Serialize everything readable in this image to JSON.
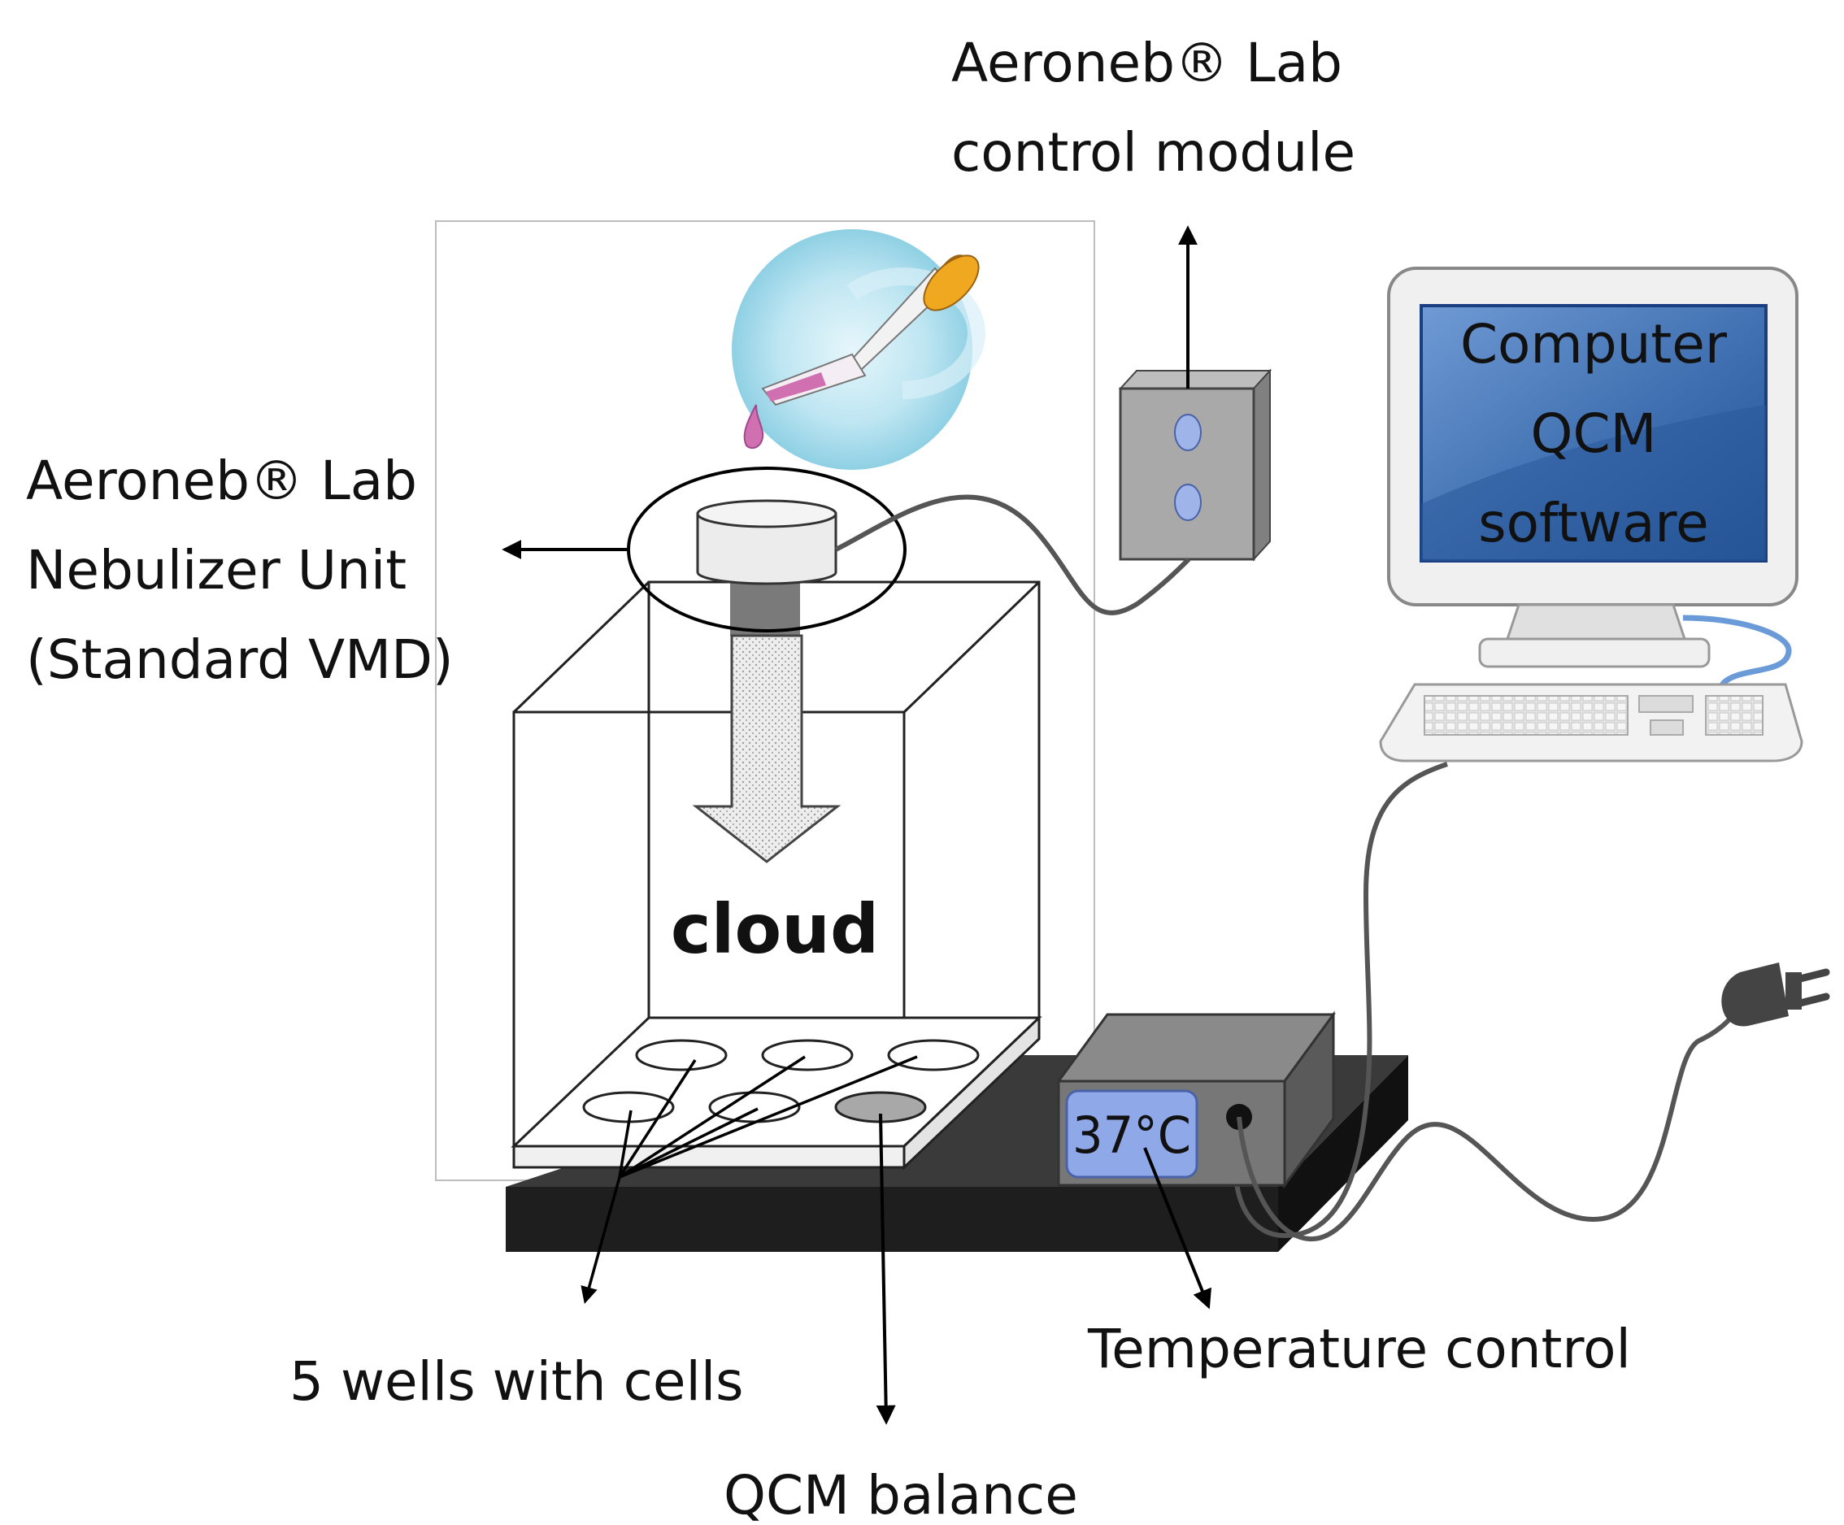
{
  "labels": {
    "control_module_line1": "Aeroneb® Lab",
    "control_module_line2": "control module",
    "nebulizer_line1": "Aeroneb® Lab",
    "nebulizer_line2": "Nebulizer Unit",
    "nebulizer_line3": "(Standard VMD)",
    "cloud": "cloud",
    "screen_line1": "Computer",
    "screen_line2": "QCM",
    "screen_line3": "software",
    "temperature_display": "37°C",
    "wells": "5 wells with cells",
    "qcm_balance": "QCM balance",
    "temperature_control": "Temperature control"
  },
  "colors": {
    "screen_blue": "#2a5a9a",
    "display_blue": "#8fa8e8",
    "button_blue": "#9fb4e8",
    "pipette_orange": "#e8a020",
    "drop_pink": "#d070b0",
    "halo_blue": "#a8dcec",
    "platform_black": "#1e1e1e",
    "cable_gray": "#555555"
  }
}
